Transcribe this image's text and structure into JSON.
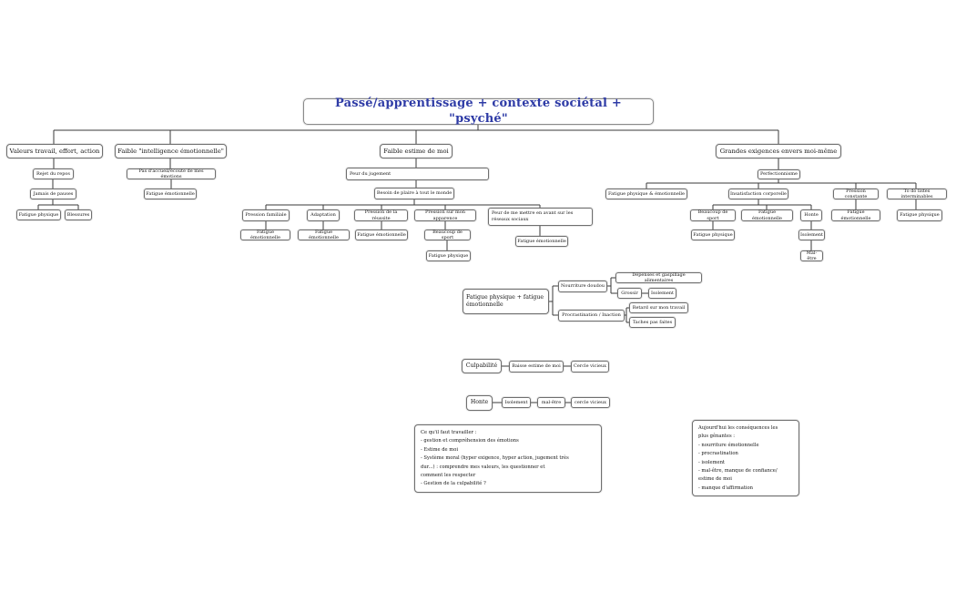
{
  "colors": {
    "title_text": "#2e3ba6",
    "node_border": "#6f6f6f",
    "connector": "#3a3a3a",
    "background": "#ffffff"
  },
  "mindmap": {
    "title": "Passé/apprentissage + contexte sociétal + \"psyché\"",
    "valeurs": {
      "label": "Valeurs travail, effort, action",
      "rejet_repos": "Rejet du repos",
      "jamais_pauses": "Jamais de pauses",
      "fatigue_physique": "Fatigue physique",
      "blessures": "Blessures"
    },
    "intelligence": {
      "label": "Faible \"intelligence émotionnelle\"",
      "pas_accueil": "Pas d'accueil/écoute de mes émotions",
      "fatigue_emotionnelle": "Fatigue émotionnelle"
    },
    "estime": {
      "label": "Faible estime de moi",
      "peur_jugement": "Peur du jugement",
      "besoin_plaire": "Besoin de plaire à tout le monde",
      "pression_familiale": {
        "label": "Pression familiale",
        "fatigue_emotionnelle": "Fatigue émotionnelle"
      },
      "adaptation": {
        "label": "Adaptation",
        "fatigue_emotionnelle": "Fatigue émotionnelle"
      },
      "pression_reussite": {
        "label": "Pression de la réussite",
        "fatigue_emotionnelle": "Fatigue émotionnelle"
      },
      "pression_apparence": {
        "label": "Pression sur mon apparence",
        "beaucoup_sport": "Beaucoup de sport",
        "fatigue_physique": "Fatigue physique"
      },
      "peur_reseaux": {
        "label": "Peur de me mettre en avant sur les réseaux sociaux",
        "fatigue_emotionnelle": "Fatigue émotionnelle"
      }
    },
    "exigences": {
      "label": "Grandes exigences envers moi-même",
      "perfectionnisme": "Perfectionnisme",
      "fatigue_physique_emotionnelle": "Fatigue physique & émotionnelle",
      "insatisfaction": {
        "label": "Insatisfaction corporelle",
        "beaucoup_sport": "Beaucoup de sport",
        "fatigue_physique": "Fatigue physique",
        "fatigue_emotionnelle": "Fatigue émotionnelle",
        "honte": "Honte",
        "isolement": "Isolement",
        "mal_etre": "Mal-être"
      },
      "pression_constante": {
        "label": "Pression constante",
        "fatigue_emotionnelle": "Fatigue émotionnelle"
      },
      "todo": {
        "label": "To do listes interminables",
        "fatigue_physique": "Fatigue physique"
      }
    },
    "fatigue_cluster": {
      "label": "Fatigue physique + fatigue émotionnelle",
      "nourriture": {
        "label": "Nourriture doudou",
        "depenses": "Dépenses et gaspillage alimentaires",
        "grossir": "Grossir",
        "isolement": "Isolement"
      },
      "procrastination": {
        "label": "Procrastination / Inaction",
        "retard": "Retard sur mon travail",
        "taches": "Taches pas faites"
      }
    },
    "culpabilite_chain": {
      "label": "Culpabilité",
      "baisse_estime": "Baisse estime de moi",
      "cercle_vicieux": "Cercle vicieux"
    },
    "honte_chain": {
      "label": "Honte",
      "isolement": "Isolement",
      "mal_etre": "mal-être",
      "cercle_vicieux": "cercle vicieux"
    },
    "notes": {
      "travailler": "Ce qu'il faut travailler :\n- gestion et compréhension des émotions\n- Estime de moi\n- Système moral (hyper exigence, hyper action, jugement très\ndur...) : comprendre mes valeurs, les questionner et\ncomment les respecter\n- Gestion de la culpabilité ?",
      "consequences": "Aujourd'hui les conséquences les\nplus gênantes :\n- nourriture émotionnelle\n- procrastination\n- isolement\n- mal-être, manque de confiance/\nestime de moi\n- manque d'affirmation"
    }
  }
}
